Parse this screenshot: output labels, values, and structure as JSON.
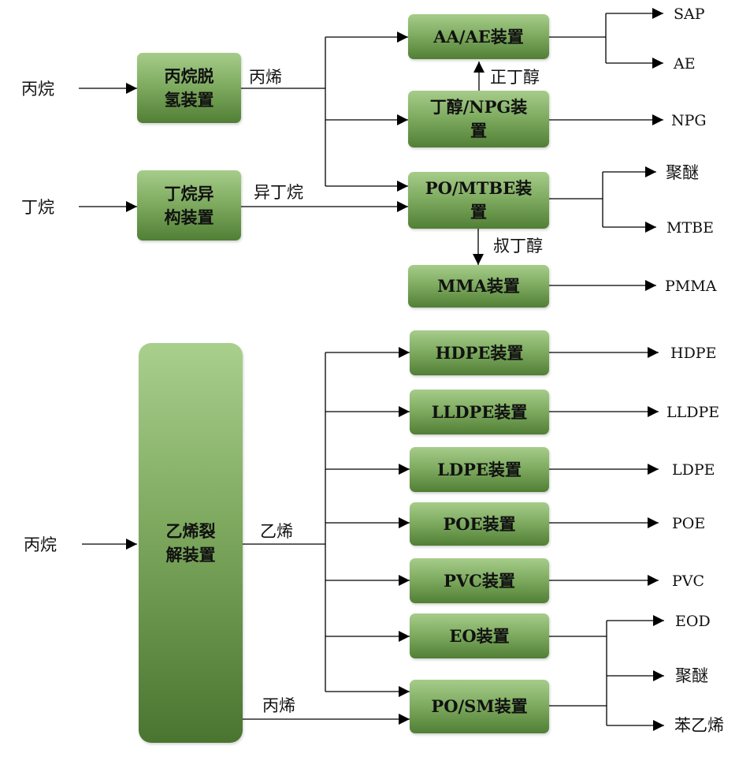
{
  "inputs": {
    "propane_top": "丙烷",
    "butane": "丁烷",
    "propane_bottom": "丙烷"
  },
  "units": {
    "pdh": "丙烷脱\n氢装置",
    "isomer": "丁烷异\n构装置",
    "cracker": "乙烯裂\n解装置",
    "aa_ae": "AA/AE装置",
    "butanol_npg": "丁醇/NPG装\n置",
    "po_mtbe": "PO/MTBE装\n置",
    "mma": "MMA装置",
    "hdpe": "HDPE装置",
    "lldpe": "LLDPE装置",
    "ldpe": "LDPE装置",
    "poe": "POE装置",
    "pvc": "PVC装置",
    "eo": "EO装置",
    "po_sm": "PO/SM装置"
  },
  "streams": {
    "propylene_top": "丙烯",
    "isobutane": "异丁烷",
    "n_butanol": "正丁醇",
    "tba": "叔丁醇",
    "ethylene": "乙烯",
    "propylene_bottom": "丙烯"
  },
  "products": {
    "sap": "SAP",
    "ae": "AE",
    "npg": "NPG",
    "polyether_top": "聚醚",
    "mtbe": "MTBE",
    "pmma": "PMMA",
    "hdpe": "HDPE",
    "lldpe": "LLDPE",
    "ldpe": "LDPE",
    "poe": "POE",
    "pvc": "PVC",
    "eod": "EOD",
    "polyether_bottom": "聚醚",
    "styrene": "苯乙烯"
  }
}
